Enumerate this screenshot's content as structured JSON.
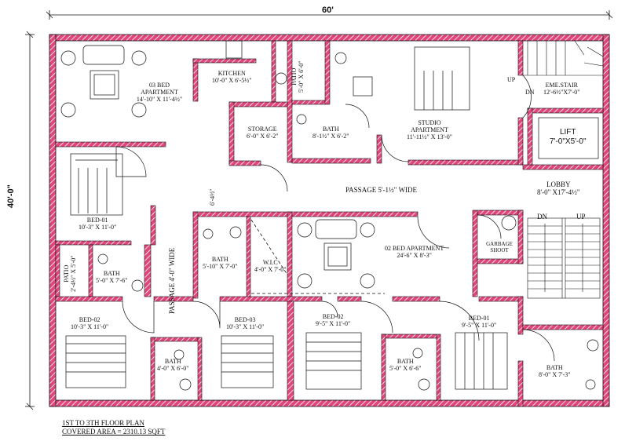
{
  "dimensions": {
    "width_label": "60'",
    "depth_label": "40'-0\""
  },
  "rooms": {
    "bed3_apartment": {
      "name": "03 BED APARTMENT",
      "size": "14'-10\" X 11'-4½\""
    },
    "kitchen": {
      "name": "KITCHEN",
      "size": "10'-0\" X 6'-5½\""
    },
    "patio_top": {
      "name": "PATIO",
      "size": "5'-0\" X 6'-0\""
    },
    "storage": {
      "name": "STORAGE",
      "size": "6'-0\" X 6'-2\""
    },
    "bath_top": {
      "name": "BATH",
      "size": "8'-1½\" X 6'-2\""
    },
    "studio": {
      "name": "STUDIO APARTMENT",
      "size": "11'-11½\" X 13'-0\""
    },
    "emestair": {
      "name": "EME.STAIR",
      "size": "12'-6½\"X7'-0\""
    },
    "lift": {
      "name": "LIFT",
      "size": "7'-0\"X5'-0\""
    },
    "lobby": {
      "name": "LOBBY",
      "size": "8'-0\" X17'-4½\""
    },
    "passage_main": {
      "name": "PASSAGE 5'-1½\" WIDE"
    },
    "passage_vertical": {
      "name": "PASSAGE 4'-0\" WIDE"
    },
    "passage_small": {
      "name": "6'-4½\""
    },
    "bed01_left": {
      "name": "BED-01",
      "size": "10'-3\" X 11'-0\""
    },
    "patio_left": {
      "name": "PATIO",
      "size": "2'-4½\" X 5'-0\""
    },
    "bath_left": {
      "name": "BATH",
      "size": "5'-0\" X 7'-6\""
    },
    "bath_center": {
      "name": "BATH",
      "size": "5'-10\" X 7'-0\""
    },
    "wic": {
      "name": "W.I.C",
      "size": "4'-0\" X 7'-0\""
    },
    "bed2_apartment": {
      "name": "02 BED APARTMENT",
      "size": "24'-6\" X 8'-3\""
    },
    "garbage": {
      "name": "GARBAGE SHOOT"
    },
    "bed02_left": {
      "name": "BED-02",
      "size": "10'-3\" X 11'-0\""
    },
    "bed03": {
      "name": "BED-03",
      "size": "10'-3\" X 11'-0\""
    },
    "bath_small": {
      "name": "BATH",
      "size": "4'-0\" X 6'-0\""
    },
    "bed02_right": {
      "name": "BED-02",
      "size": "9'-5\" X 11'-0\""
    },
    "bath_mid_right": {
      "name": "BATH",
      "size": "5'-0\" X 6'-6\""
    },
    "bed01_right": {
      "name": "BED-01",
      "size": "9'-5\" X 11'-0\""
    },
    "bath_corner": {
      "name": "BATH",
      "size": "8'-0\" X 7'-3\""
    }
  },
  "stairs": {
    "up": "UP",
    "dn": "DN"
  },
  "caption": {
    "line1": "1ST TO 3TH FLOOR PLAN",
    "line2": "COVERED AREA = 2310.13 SQFT"
  },
  "colors": {
    "wall_fill": "#e0457b",
    "hatch": "#ffffff",
    "line": "#111111"
  }
}
